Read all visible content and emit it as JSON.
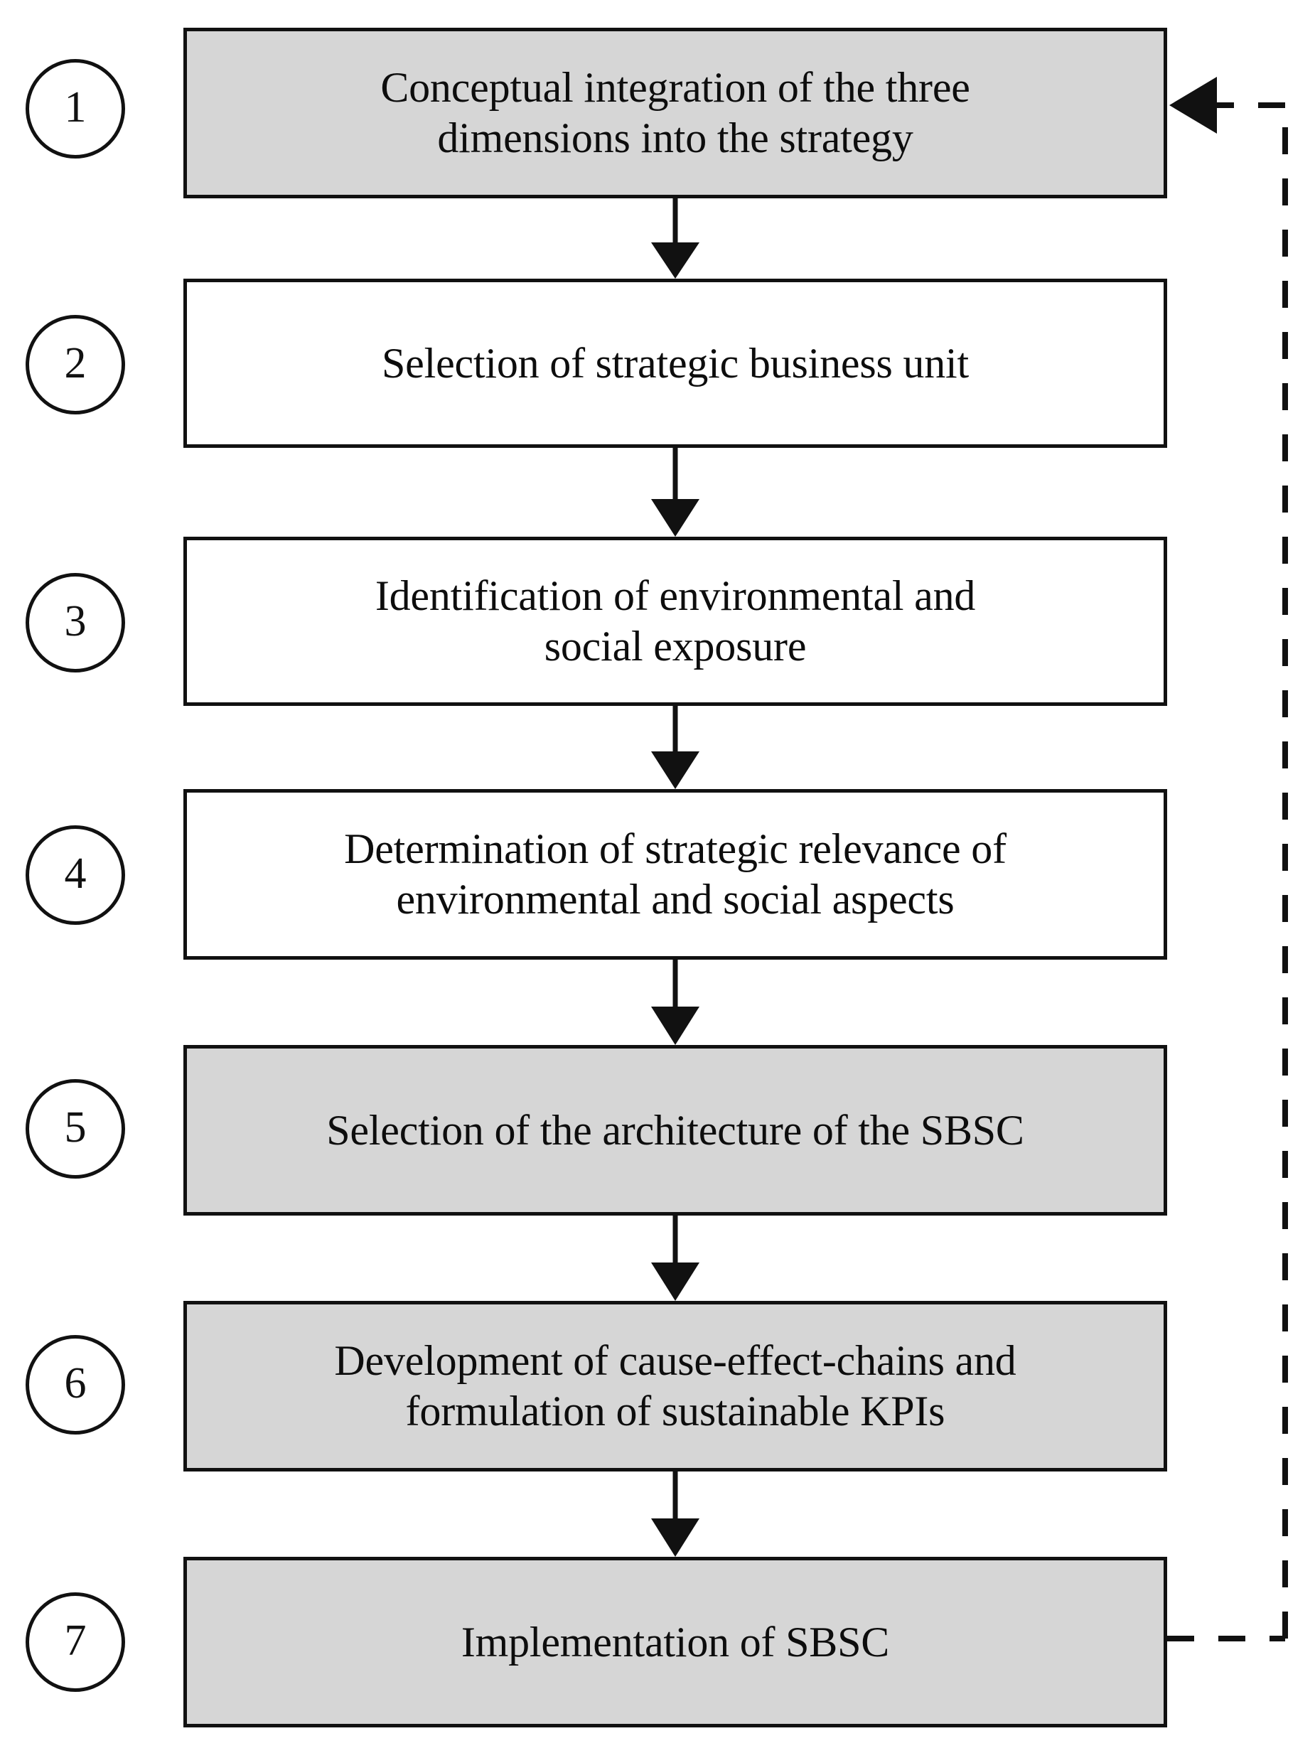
{
  "diagram": {
    "title": "SBSC development process flowchart",
    "colors": {
      "fill_highlight": "#d6d6d6",
      "fill_plain": "#ffffff",
      "stroke": "#111111",
      "text": "#0d0d0d"
    },
    "steps": [
      {
        "number": "1",
        "label": "Conceptual integration of the three dimensions into the strategy",
        "lines": [
          "Conceptual integration of the three",
          "dimensions into the strategy"
        ],
        "fill": "highlight"
      },
      {
        "number": "2",
        "label": "Selection of strategic business unit",
        "lines": [
          "Selection of strategic business unit"
        ],
        "fill": "plain"
      },
      {
        "number": "3",
        "label": "Identification of environmental and social exposure",
        "lines": [
          "Identification of environmental and",
          "social exposure"
        ],
        "fill": "plain"
      },
      {
        "number": "4",
        "label": "Determination of strategic relevance of environmental and social aspects",
        "lines": [
          "Determination of strategic relevance of",
          "environmental and social aspects"
        ],
        "fill": "plain"
      },
      {
        "number": "5",
        "label": "Selection of the architecture of the SBSC",
        "lines": [
          "Selection of the architecture of the SBSC"
        ],
        "fill": "highlight"
      },
      {
        "number": "6",
        "label": "Development of cause-effect-chains and formulation of sustainable KPIs",
        "lines": [
          "Development of cause-effect-chains and",
          "formulation of sustainable KPIs"
        ],
        "fill": "highlight"
      },
      {
        "number": "7",
        "label": "Implementation of SBSC",
        "lines": [
          "Implementation of SBSC"
        ],
        "fill": "highlight"
      }
    ],
    "connectors": [
      {
        "from": "1",
        "to": "2",
        "style": "solid-arrow-down"
      },
      {
        "from": "2",
        "to": "3",
        "style": "solid-arrow-down"
      },
      {
        "from": "3",
        "to": "4",
        "style": "solid-arrow-down"
      },
      {
        "from": "4",
        "to": "5",
        "style": "solid-arrow-down"
      },
      {
        "from": "5",
        "to": "6",
        "style": "solid-arrow-down"
      },
      {
        "from": "6",
        "to": "7",
        "style": "solid-arrow-down"
      }
    ],
    "feedback_loop": {
      "from": "7",
      "to": "1",
      "style": "dashed-arrow-left"
    }
  }
}
